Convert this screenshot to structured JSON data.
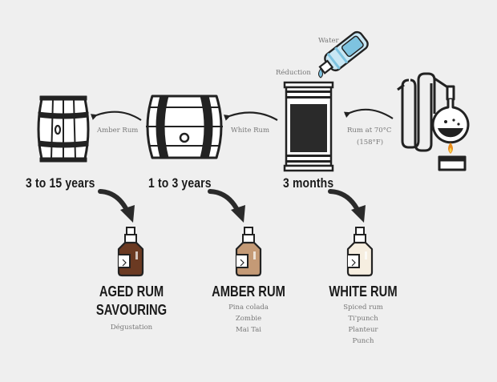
{
  "labels": {
    "water": "Water",
    "reduction": "Réduction",
    "rum_at": "Rum at 70°C",
    "rum_at_f": "(158°F)",
    "white_rum_arrow": "White Rum",
    "amber_rum_arrow": "Amber Rum"
  },
  "durations": {
    "long": "3 to 15 years",
    "medium": "1 to 3 years",
    "short": "3 months"
  },
  "products": [
    {
      "title_lines": [
        "AGED RUM",
        "SAVOURING"
      ],
      "uses": [
        "Dégustation"
      ],
      "color": "#6b3a22"
    },
    {
      "title_lines": [
        "AMBER RUM"
      ],
      "uses": [
        "Pina colada",
        "Zombie",
        "Mai Tai"
      ],
      "color": "#c49a76"
    },
    {
      "title_lines": [
        "WHITE RUM"
      ],
      "uses": [
        "Spiced rum",
        "Ti'punch",
        "Planteur",
        "Punch"
      ],
      "color": "#f6eee0"
    }
  ],
  "colors": {
    "ink": "#2a2a2a",
    "water_bottle": "#7ec3e0",
    "background": "#efefef"
  }
}
